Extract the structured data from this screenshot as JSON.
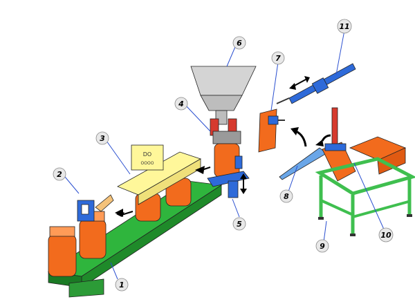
{
  "diagram": {
    "labels": [
      {
        "id": "1",
        "text": "1"
      },
      {
        "id": "2",
        "text": "2"
      },
      {
        "id": "3",
        "text": "3"
      },
      {
        "id": "4",
        "text": "4"
      },
      {
        "id": "5",
        "text": "5"
      },
      {
        "id": "6",
        "text": "6"
      },
      {
        "id": "7",
        "text": "7"
      },
      {
        "id": "8",
        "text": "8"
      },
      {
        "id": "9",
        "text": "9"
      },
      {
        "id": "10",
        "text": "10"
      },
      {
        "id": "11",
        "text": "11"
      }
    ],
    "controller_panel": {
      "line1": "DO",
      "line2": "OOOO"
    },
    "colors": {
      "conveyor_green": "#1f9a2e",
      "bag_orange": "#f26b1d",
      "frame_green": "#3fbf4f",
      "hopper_gray": "#c8c8c8",
      "leader_blue": "#2a4fd0",
      "sealer_yellow": "#fff79a"
    }
  }
}
